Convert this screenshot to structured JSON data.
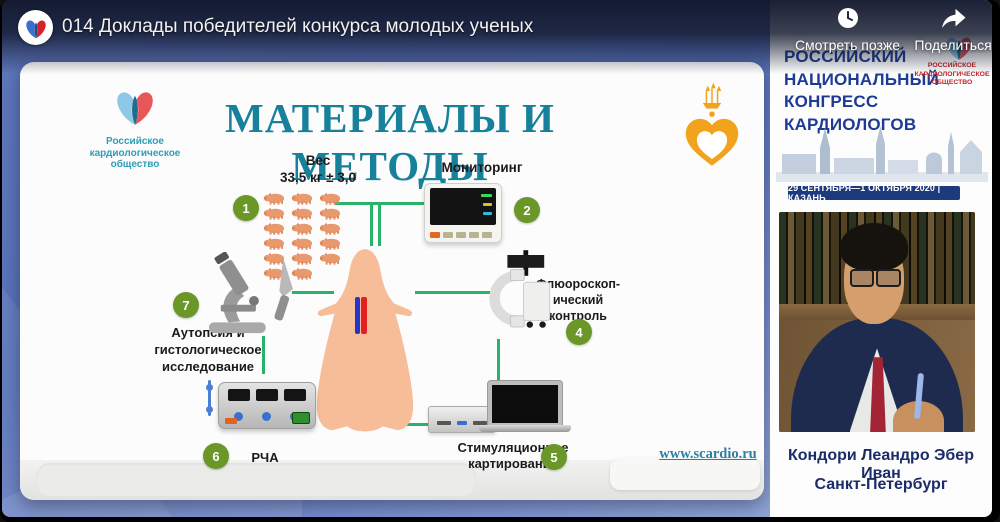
{
  "player": {
    "title": "014 Доклады победителей конкурса молодых ученых",
    "watch_later_label": "Смотреть позже",
    "share_label": "Поделиться"
  },
  "slide": {
    "society_logo_text": "Российское\nкардиологическое\nобщество",
    "title": "МАТЕРИАЛЫ И МЕТОДЫ",
    "website": "www.scardio.ru",
    "pig_count": 17,
    "steps": {
      "weight": {
        "num": "1",
        "label": "Вес\n33,5 кг ± 3,0"
      },
      "monitoring": {
        "num": "2",
        "label": "Мониторинг"
      },
      "fluoro": {
        "num": "4",
        "label": "Флюороскоп-\nический\nконтроль"
      },
      "stim": {
        "num": "5",
        "label": "Стимуляционное\nкартирование"
      },
      "rfa": {
        "num": "6",
        "label": "РЧА"
      },
      "autopsy": {
        "num": "7",
        "label": "Аутопсия и\nгистологическое\nисследование"
      }
    }
  },
  "sidebar": {
    "congress_title": "РОССИЙСКИЙ\nНАЦИОНАЛЬНЫЙ\nКОНГРЕСС КАРДИОЛОГОВ",
    "society_name": "РОССИЙСКОЕ\nКАРДИОЛОГИЧЕСКОЕ\nОБЩЕСТВО",
    "date_location": "29 СЕНТЯБРЯ—1 ОКТЯБРЯ 2020 | КАЗАНЬ",
    "speaker_name": "Кондори Леандро Эбер Иван",
    "speaker_city": "Санкт-Петербург"
  },
  "colors": {
    "slide_title_teal": "#17809a",
    "step_circle_green": "#6a9727",
    "connector_green": "#27b36a",
    "congress_blue": "#1d3b94",
    "date_band_blue": "#1d3a7c",
    "society_red": "#c32028",
    "gold_logo": "#f2a31d",
    "pig_peach": "#f7bd98"
  }
}
